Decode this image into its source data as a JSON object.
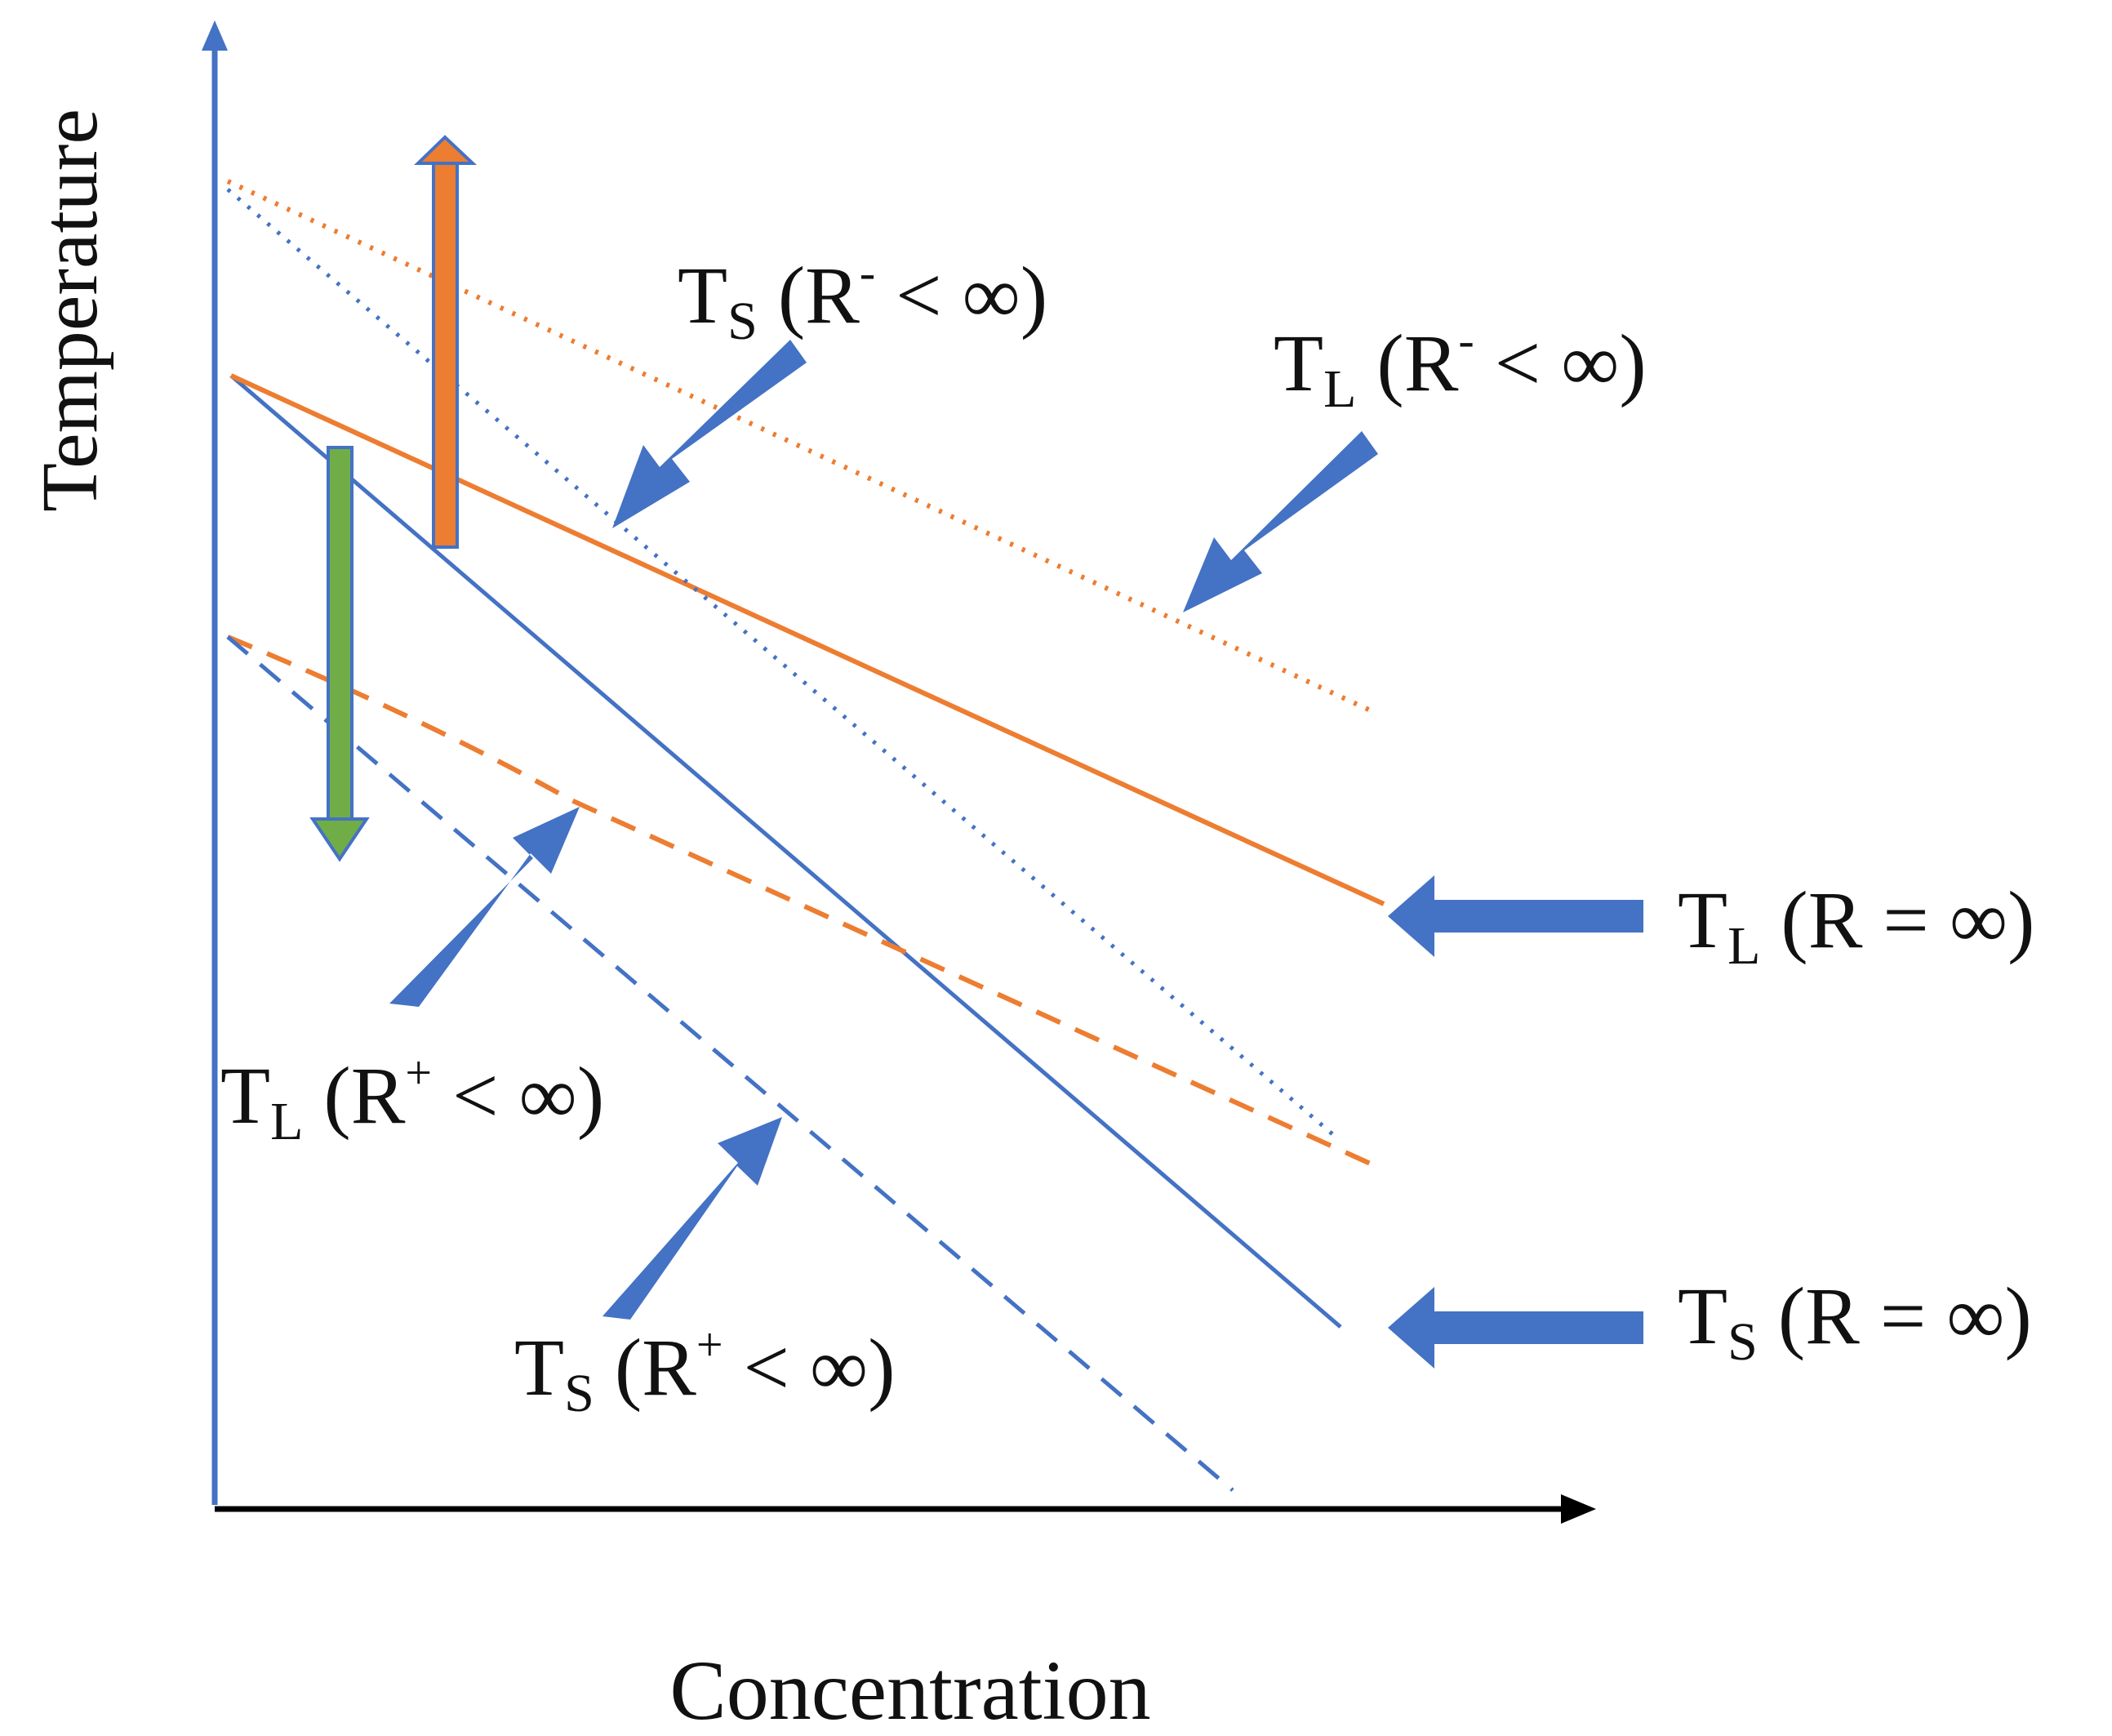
{
  "axes": {
    "y_label": "Temperature",
    "x_label": "Concentration"
  },
  "labels": {
    "ts_r_minus": {
      "sym": "T",
      "sub": "S",
      "open": " (R",
      "sup": "-",
      "rest": " < ∞)"
    },
    "tl_r_minus": {
      "sym": "T",
      "sub": "L",
      "open": " (R",
      "sup": "-",
      "rest": " < ∞)"
    },
    "tl_r_inf": {
      "sym": "T",
      "sub": "L",
      "open": " (R = ∞)",
      "sup": "",
      "rest": ""
    },
    "ts_r_inf": {
      "sym": "T",
      "sub": "S",
      "open": " (R = ∞)",
      "sup": "",
      "rest": ""
    },
    "tl_r_plus": {
      "sym": "T",
      "sub": "L",
      "open": " (R",
      "sup": "+",
      "rest": " < ∞)"
    },
    "ts_r_plus": {
      "sym": "T",
      "sub": "S",
      "open": " (R",
      "sup": "+",
      "rest": " < ∞)"
    }
  },
  "colors": {
    "solidus_blue": "#4472C4",
    "liquidus_orange": "#ED7D31",
    "pointer_blue": "#4472C4",
    "heating_arrow": "#ED7D31",
    "cooling_arrow": "#70AD47",
    "axis_x": "#000000",
    "axis_y": "#4472C4"
  }
}
